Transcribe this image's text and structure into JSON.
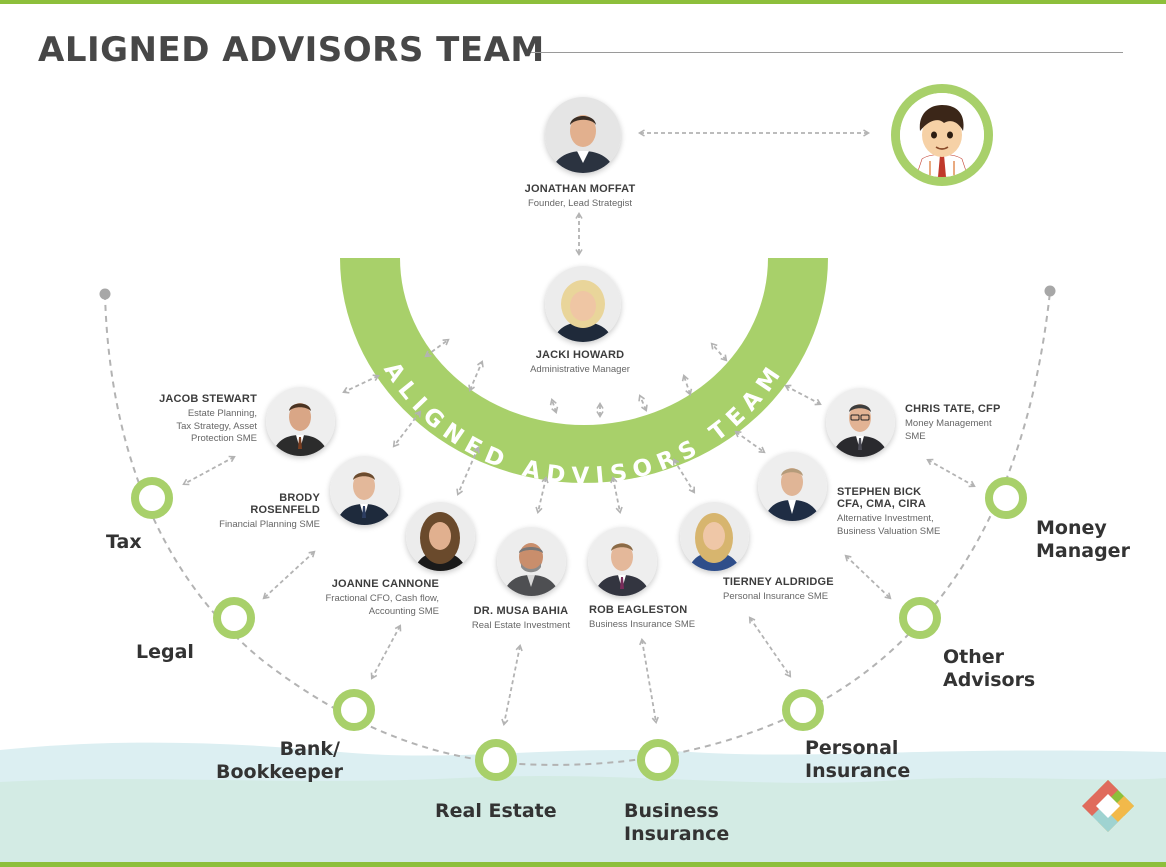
{
  "title": "ALIGNED ADVISORS TEAM",
  "arc_label": "ALIGNED ADVISORS TEAM",
  "colors": {
    "accent_green": "#a8d06a",
    "brand_green": "#8dbf3b",
    "text_dark": "#333333",
    "connector": "#b3b3b3",
    "water": "#d9ecef"
  },
  "client": {
    "icon": "client-cartoon-icon"
  },
  "team": [
    {
      "name": "JONATHAN MOFFAT",
      "role": "Founder, Lead Strategist"
    },
    {
      "name": "JACKI HOWARD",
      "role": "Administrative Manager"
    },
    {
      "name": "JACOB STEWART",
      "role": "Estate Planning,\nTax Strategy, Asset\nProtection SME"
    },
    {
      "name": "BRODY\nROSENFELD",
      "role": "Financial Planning SME"
    },
    {
      "name": "JOANNE CANNONE",
      "role": "Fractional CFO, Cash flow,\nAccounting SME"
    },
    {
      "name": "DR. MUSA BAHIA",
      "role": "Real Estate Investment"
    },
    {
      "name": "ROB EAGLESTON",
      "role": "Business Insurance SME"
    },
    {
      "name": "TIERNEY ALDRIDGE",
      "role": "Personal Insurance SME"
    },
    {
      "name": "STEPHEN BICK\nCFA, CMA, CIRA",
      "role": "Alternative Investment,\nBusiness Valuation SME"
    },
    {
      "name": "CHRIS TATE, CFP",
      "role": "Money Management\nSME"
    }
  ],
  "nodes": [
    "Tax",
    "Legal",
    "Bank/\nBookkeeper",
    "Real Estate",
    "Business\nInsurance",
    "Personal\nInsurance",
    "Other\nAdvisors",
    "Money\nManager"
  ],
  "logo": {
    "icon": "aligned-diamond-logo-icon"
  }
}
